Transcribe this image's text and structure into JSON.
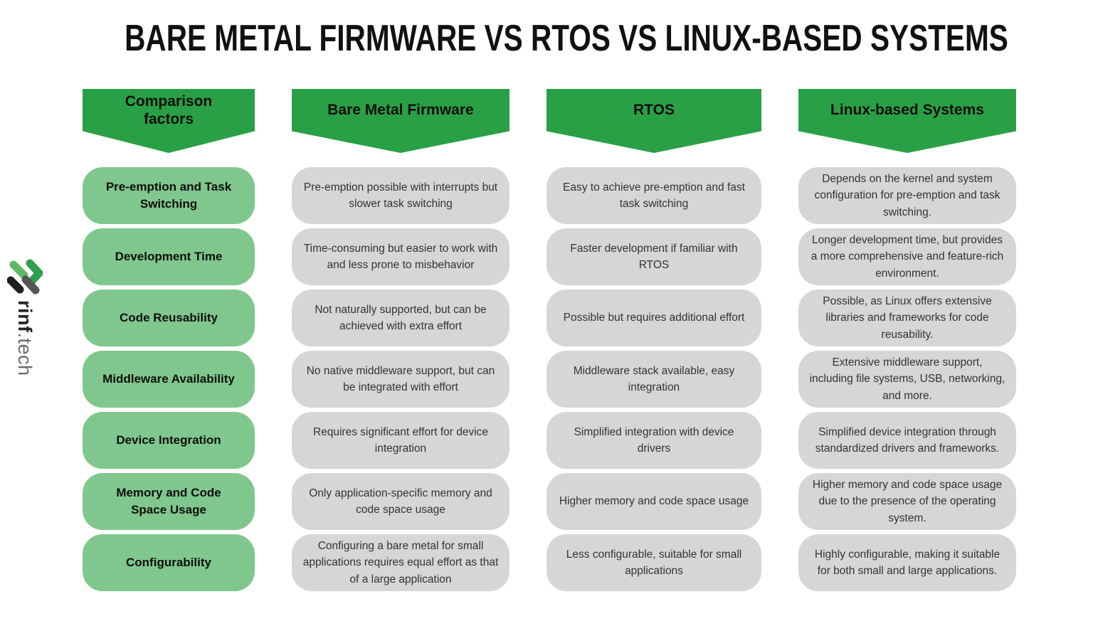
{
  "title": "BARE METAL FIRMWARE VS RTOS VS LINUX-BASED SYSTEMS",
  "logo": {
    "brand": "rinf",
    "tld": ".tech"
  },
  "colors": {
    "header_green": "#2aa046",
    "pill_green": "#80c78d",
    "cell_gray": "#d6d6d6",
    "logo_light_green": "#5eb963",
    "logo_green": "#2f9e4e",
    "logo_black": "#1f1f1f",
    "logo_gray": "#565656"
  },
  "columns": [
    {
      "header": "Comparison factors"
    },
    {
      "header": "Bare Metal Firmware"
    },
    {
      "header": "RTOS"
    },
    {
      "header": "Linux-based Systems"
    }
  ],
  "rows": [
    {
      "factor": "Pre-emption and Task Switching",
      "bare_metal": "Pre-emption possible with interrupts but slower task switching",
      "rtos": "Easy to achieve pre-emption and fast task switching",
      "linux": "Depends on the kernel and system configuration for pre-emption and task switching."
    },
    {
      "factor": "Development Time",
      "bare_metal": "Time-consuming but easier to work with and less prone to misbehavior",
      "rtos": "Faster development if familiar with RTOS",
      "linux": "Longer development time, but provides a more comprehensive and feature-rich environment."
    },
    {
      "factor": "Code Reusability",
      "bare_metal": "Not naturally supported, but can be achieved with extra effort",
      "rtos": "Possible but requires additional effort",
      "linux": "Possible, as Linux offers extensive libraries and frameworks for code reusability."
    },
    {
      "factor": "Middleware Availability",
      "bare_metal": "No native middleware support, but can be integrated with effort",
      "rtos": "Middleware stack available, easy integration",
      "linux": "Extensive middleware support, including file systems, USB, networking, and more."
    },
    {
      "factor": "Device Integration",
      "bare_metal": "Requires significant effort for device integration",
      "rtos": "Simplified integration with device drivers",
      "linux": "Simplified device integration through standardized drivers and frameworks."
    },
    {
      "factor": "Memory and Code Space Usage",
      "bare_metal": "Only application-specific memory and code space usage",
      "rtos": "Higher memory and code space usage",
      "linux": "Higher memory and code space usage due to the presence of the operating system."
    },
    {
      "factor": "Configurability",
      "bare_metal": "Configuring a bare metal for small applications requires equal effort as that of a large application",
      "rtos": "Less configurable, suitable for small applications",
      "linux": "Highly configurable, making it suitable for both small and large applications."
    }
  ]
}
